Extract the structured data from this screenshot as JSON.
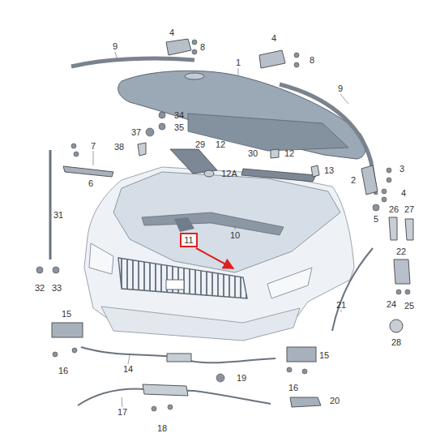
{
  "diagram": {
    "nodes": [
      {
        "text": [
          "11"
        ]
      }
    ],
    "labels": [
      "4",
      "8",
      "4",
      "8",
      "9",
      "1",
      "9",
      "34",
      "35",
      "37",
      "38",
      "7",
      "29",
      "12",
      "30",
      "12",
      "3",
      "2",
      "4",
      "6",
      "12A",
      "13",
      "5",
      "26",
      "27",
      "31",
      "10",
      "22",
      "32",
      "33",
      "21",
      "24",
      "25",
      "15",
      "15",
      "16",
      "14",
      "19",
      "28",
      "16",
      "17",
      "18",
      "20"
    ]
  }
}
